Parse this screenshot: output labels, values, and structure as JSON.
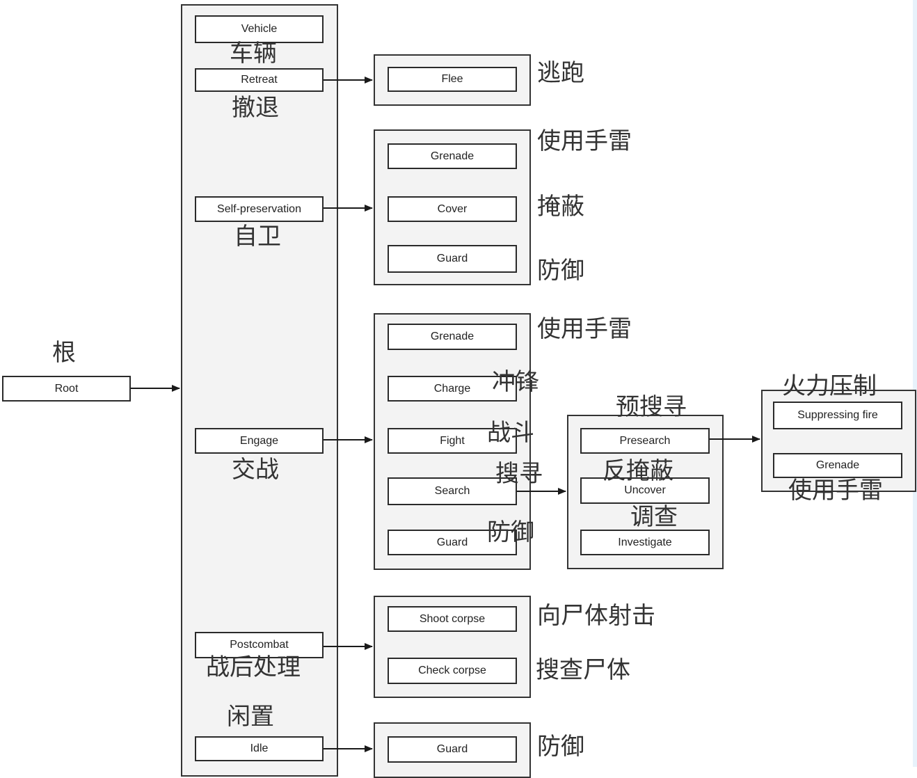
{
  "nodes": {
    "root": "Root",
    "vehicle": "Vehicle",
    "retreat": "Retreat",
    "self_preservation": "Self-preservation",
    "engage": "Engage",
    "postcombat": "Postcombat",
    "idle": "Idle",
    "flee": "Flee",
    "sp_grenade": "Grenade",
    "sp_cover": "Cover",
    "sp_guard": "Guard",
    "en_grenade": "Grenade",
    "en_charge": "Charge",
    "en_fight": "Fight",
    "en_search": "Search",
    "en_guard": "Guard",
    "presearch": "Presearch",
    "uncover": "Uncover",
    "investigate": "Investigate",
    "suppressing_fire": "Suppressing fire",
    "sf_grenade": "Grenade",
    "shoot_corpse": "Shoot corpse",
    "check_corpse": "Check corpse",
    "idle_guard": "Guard"
  },
  "labels_zh": {
    "root": "根",
    "vehicle": "车辆",
    "retreat": "撤退",
    "self_preservation": "自卫",
    "engage": "交战",
    "postcombat": "战后处理",
    "idle": "闲置",
    "flee": "逃跑",
    "sp_grenade": "使用手雷",
    "sp_cover": "掩蔽",
    "sp_guard": "防御",
    "en_grenade": "使用手雷",
    "en_charge": "冲锋",
    "en_fight": "战斗",
    "en_search": "搜寻",
    "en_guard": "防御",
    "presearch": "预搜寻",
    "uncover": "反掩蔽",
    "investigate": "调查",
    "suppressing_fire": "火力压制",
    "sf_grenade": "使用手雷",
    "shoot_corpse": "向尸体射击",
    "check_corpse": "搜查尸体",
    "idle_guard": "防御"
  },
  "colors": {
    "line": "#1a1a1a",
    "group_fill": "#f3f3f3",
    "box_fill": "#ffffff"
  }
}
